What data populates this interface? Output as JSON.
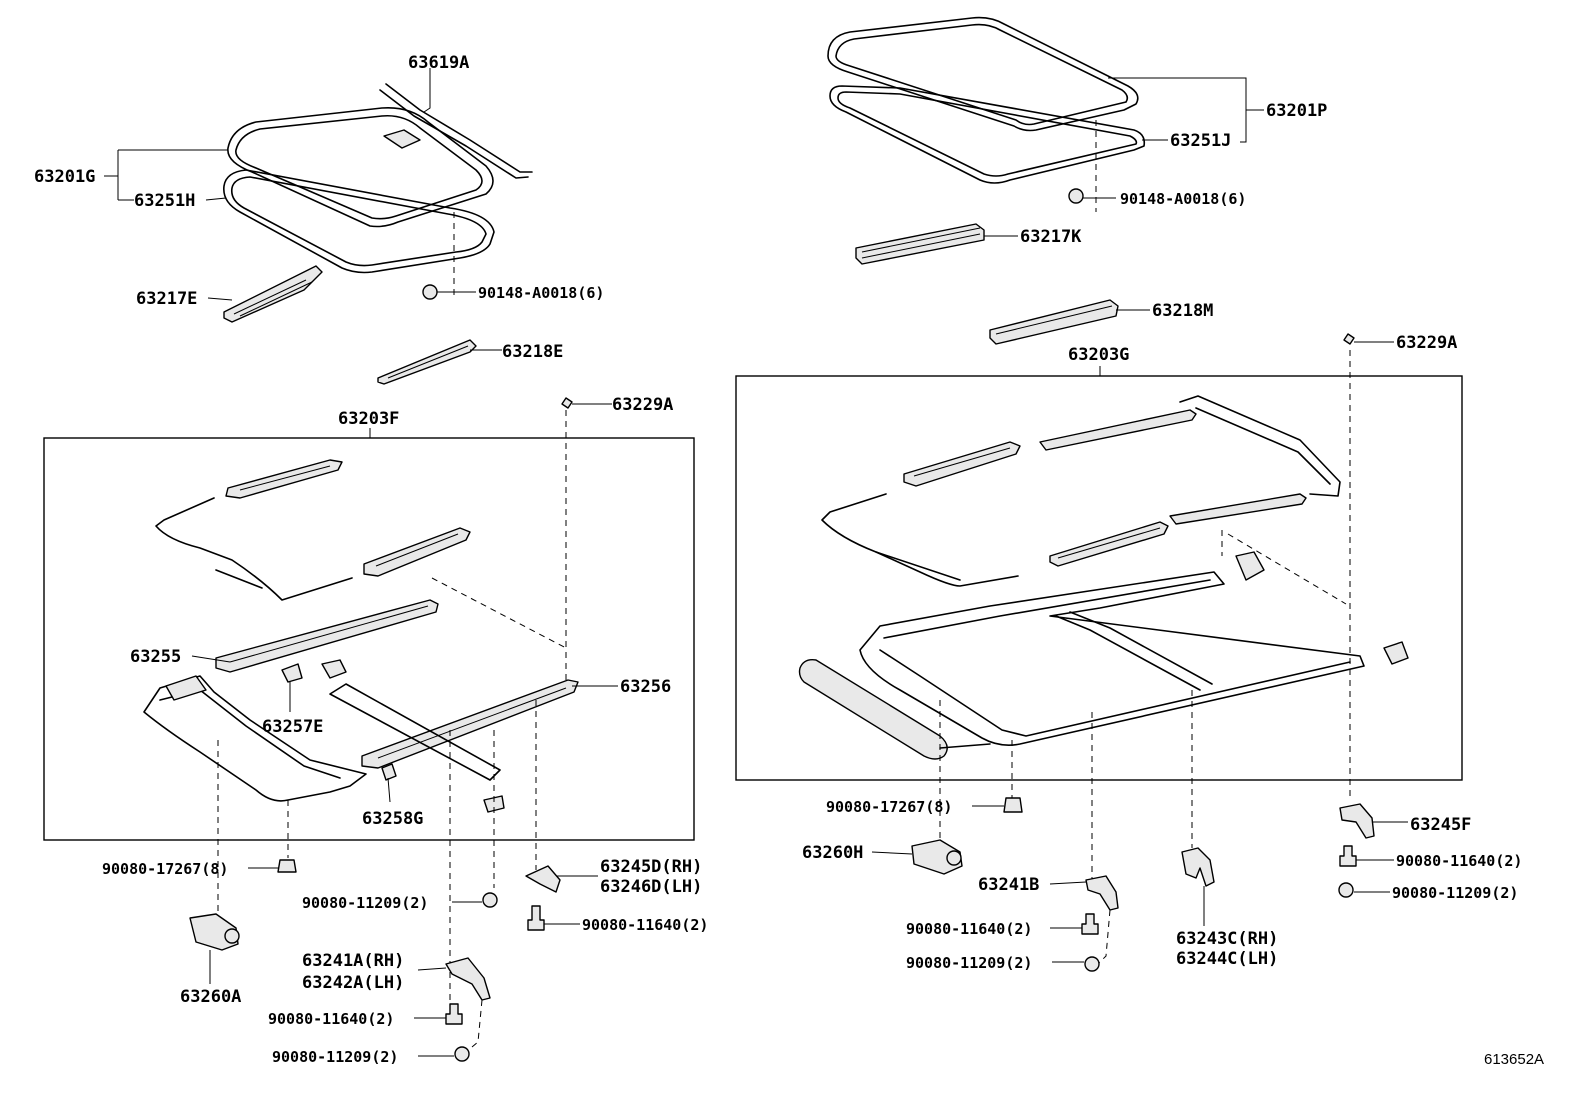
{
  "figure_ref": "613652A",
  "labels": {
    "l_63619A": "63619A",
    "l_63201G": "63201G",
    "l_63251H": "63251H",
    "l_63217E": "63217E",
    "l_90148_left": "90148-A0018(6)",
    "l_63218E": "63218E",
    "l_63203F": "63203F",
    "l_63229A_left": "63229A",
    "l_63255": "63255",
    "l_63256": "63256",
    "l_63257E": "63257E",
    "l_63258G": "63258G",
    "l_90080_17267_left": "90080-17267(8)",
    "l_90080_11209_a": "90080-11209(2)",
    "l_63245D": "63245D(RH)",
    "l_63246D": "63246D(LH)",
    "l_90080_11640_a": "90080-11640(2)",
    "l_63260A": "63260A",
    "l_63241A": "63241A(RH)",
    "l_63242A": "63242A(LH)",
    "l_90080_11640_b": "90080-11640(2)",
    "l_90080_11209_b": "90080-11209(2)",
    "l_63201P": "63201P",
    "l_63251J": "63251J",
    "l_90148_right": "90148-A0018(6)",
    "l_63217K": "63217K",
    "l_63218M": "63218M",
    "l_63203G": "63203G",
    "l_63229A_right": "63229A",
    "l_90080_17267_right": "90080-17267(8)",
    "l_63260H": "63260H",
    "l_63241B": "63241B",
    "l_90080_11640_c": "90080-11640(2)",
    "l_90080_11209_c": "90080-11209(2)",
    "l_63243C": "63243C(RH)",
    "l_63244C": "63244C(LH)",
    "l_63245F": "63245F",
    "l_90080_11640_d": "90080-11640(2)",
    "l_90080_11209_d": "90080-11209(2)"
  }
}
